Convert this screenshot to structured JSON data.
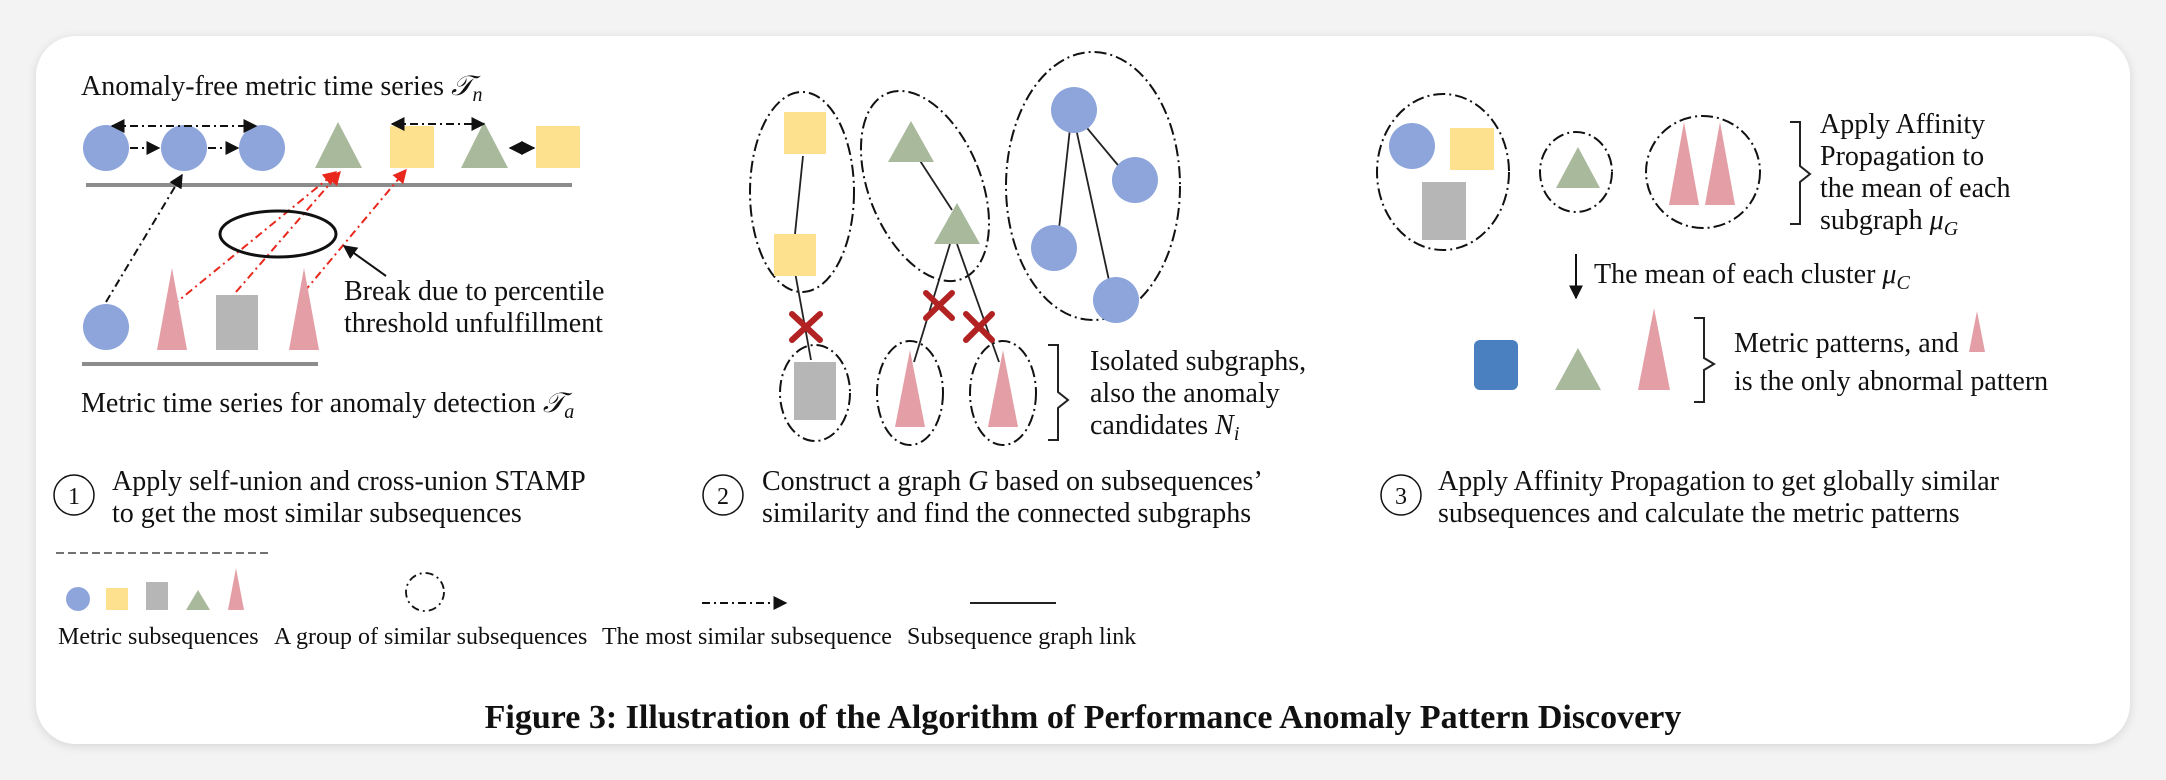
{
  "colors": {
    "circle": "#8ea5dc",
    "square": "#fde18f",
    "rect": "#b6b6b6",
    "triangle_green": "#a8b99c",
    "triangle_red": "#e49ea5",
    "dark_square": "#4a80c0",
    "red_arrow": "#e8281c",
    "cross": "#b22222",
    "line": "#222222",
    "axis": "#8c8c8c"
  },
  "stage1": {
    "title_text": "Anomaly-free metric time series ",
    "title_math": "𝒯",
    "title_sub": "n",
    "break_line1": "Break due to percentile",
    "break_line2": "threshold unfulfillment",
    "bottom_text": "Metric time series for anomaly detection ",
    "bottom_math": "𝒯",
    "bottom_sub": "a",
    "number": "1",
    "caption_line1": "Apply self-union and cross-union STAMP",
    "caption_line2": "to get the most similar subsequences"
  },
  "stage2": {
    "note_line1": "Isolated subgraphs,",
    "note_line2": "also the anomaly",
    "note_line3_text": "candidates ",
    "note_line3_math": "N",
    "note_line3_sub": "i",
    "number": "2",
    "caption_line1_pre": "Construct a graph ",
    "caption_line1_math": "G",
    "caption_line1_post": " based on subsequences’",
    "caption_line2": "similarity and find the connected subgraphs"
  },
  "stage3": {
    "brace_line1": "Apply Affinity",
    "brace_line2": "Propagation to",
    "brace_line3": "the mean of each",
    "brace_line4_text": "subgraph ",
    "brace_line4_math": "μ",
    "brace_line4_sub": "G",
    "arrow_label_text": "The mean of each cluster ",
    "arrow_label_math": "μ",
    "arrow_label_sub": "C",
    "patterns_line1": "Metric patterns, and",
    "patterns_line2": "is the only abnormal pattern",
    "number": "3",
    "caption_line1": "Apply Affinity Propagation to get globally similar",
    "caption_line2": "subsequences and calculate the metric patterns"
  },
  "legend": {
    "subsequences": "Metric subsequences",
    "group": "A group of similar subsequences",
    "most_similar": "The most similar subsequence",
    "graph_link": "Subsequence graph link"
  },
  "figure_caption": "Figure 3: Illustration of the Algorithm of Performance Anomaly Pattern Discovery"
}
